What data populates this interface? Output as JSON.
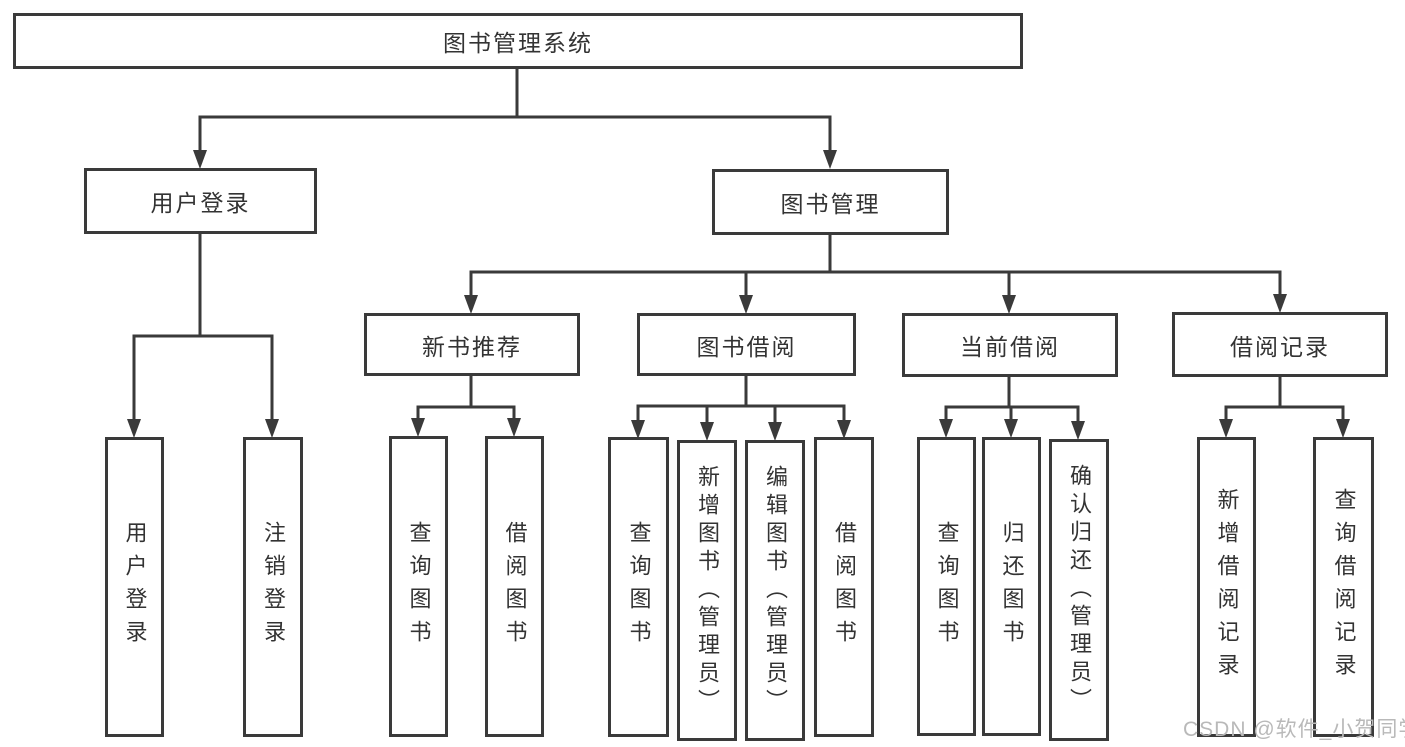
{
  "diagram": {
    "root": {
      "label": "图书管理系统"
    },
    "branches": [
      {
        "label": "用户登录",
        "children": [
          {
            "label": "用户登录"
          },
          {
            "label": "注销登录"
          }
        ]
      },
      {
        "label": "图书管理",
        "children": [
          {
            "label": "新书推荐",
            "children": [
              {
                "label": "查询图书"
              },
              {
                "label": "借阅图书"
              }
            ]
          },
          {
            "label": "图书借阅",
            "children": [
              {
                "label": "查询图书"
              },
              {
                "label": "新增图书（管理员）"
              },
              {
                "label": "编辑图书（管理员）"
              },
              {
                "label": "借阅图书"
              }
            ]
          },
          {
            "label": "当前借阅",
            "children": [
              {
                "label": "查询图书"
              },
              {
                "label": "归还图书"
              },
              {
                "label": "确认归还（管理员）"
              }
            ]
          },
          {
            "label": "借阅记录",
            "children": [
              {
                "label": "新增借阅记录"
              },
              {
                "label": "查询借阅记录"
              }
            ]
          }
        ]
      }
    ]
  },
  "watermark": {
    "text": "CSDN @软件_小贺同学"
  },
  "colors": {
    "line": "#3a3a3a",
    "box_border": "#3a3a3a",
    "box_fill": "#ffffff",
    "text": "#333333",
    "watermark": "#b9b9b9",
    "background": "#ffffff"
  }
}
